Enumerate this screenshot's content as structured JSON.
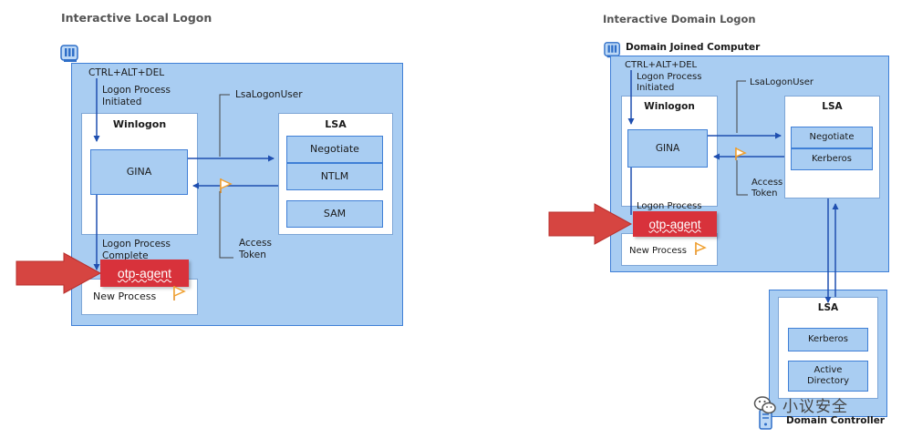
{
  "left": {
    "title": "Interactive Local Logon",
    "ctrl_alt_del": "CTRL+ALT+DEL",
    "logon_initiated": [
      "Logon Process",
      "Initiated"
    ],
    "lsa_logon_user": "LsaLogonUser",
    "winlogon": "Winlogon",
    "gina": "GINA",
    "lsa": "LSA",
    "negotiate": "Negotiate",
    "ntlm": "NTLM",
    "sam": "SAM",
    "access_token": [
      "Access",
      "Token"
    ],
    "logon_complete": [
      "Logon Process",
      "Complete"
    ],
    "otp_agent": "otp-agent",
    "new_process": "New Process"
  },
  "right": {
    "title": "Interactive Domain Logon",
    "computer_label": "Domain Joined Computer",
    "ctrl_alt_del": "CTRL+ALT+DEL",
    "logon_initiated": [
      "Logon Process",
      "Initiated"
    ],
    "lsa_logon_user": "LsaLogonUser",
    "winlogon": "Winlogon",
    "gina": "GINA",
    "lsa": "LSA",
    "negotiate": "Negotiate",
    "kerberos": "Kerberos",
    "access_token": [
      "Access",
      "Token"
    ],
    "logon_partial": "Logon Process",
    "otp_agent": "otp-agent",
    "new_process": "New Process",
    "dc_lsa": "LSA",
    "dc_kerberos": "Kerberos",
    "dc_ad": [
      "Active",
      "Directory"
    ],
    "dc_label": "Domain Controller"
  },
  "watermark": "小议安全",
  "colors": {
    "panel_fill": "#a9cdf2",
    "panel_border": "#3f7fd6",
    "arrow_blue": "#1f4fb0",
    "agent_red": "#d8323b",
    "pointer_red": "#d64541",
    "flag_orange": "#f0a030"
  }
}
